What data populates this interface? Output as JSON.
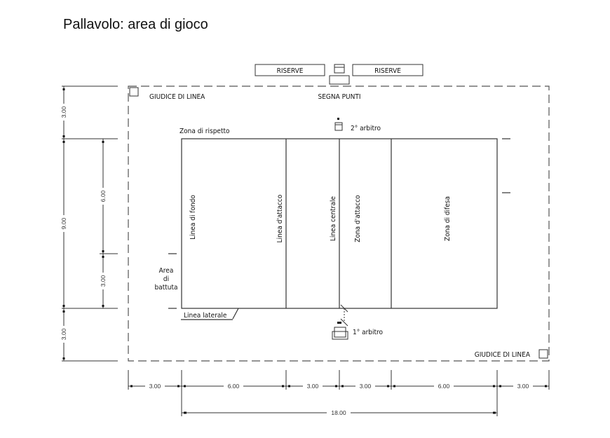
{
  "title": "Pallavolo: area di gioco",
  "top_boxes": {
    "reserves_left": "RISERVE",
    "reserves_right": "RISERVE",
    "scorer": "SEGNA PUNTI"
  },
  "officials": {
    "line_judge_top": "GIUDICE DI LINEA",
    "line_judge_bottom": "GIUDICE DI LINEA",
    "second_referee": "2° arbitro",
    "first_referee": "1° arbitro"
  },
  "zones": {
    "respect_zone": "Zona di rispetto",
    "service_area": [
      "Area",
      "di",
      "battuta"
    ],
    "side_line": "Linea laterale",
    "back_line": "Linea di fondo",
    "attack_line": "Linea d'attacco",
    "center_line": "Linea centrale",
    "attack_zone": "Zona d'attacco",
    "defense_zone": "Zona di difesa"
  },
  "dimensions": {
    "left_outer": [
      "3.00",
      "9.00",
      "3.00"
    ],
    "left_inner": [
      "6.00",
      "3.00"
    ],
    "bottom_row": [
      "3.00",
      "6.00",
      "3.00",
      "3.00",
      "6.00",
      "3.00"
    ],
    "bottom_total": "18.00"
  },
  "colors": {
    "line": "#333333",
    "text": "#111111",
    "dim_text": "#333333"
  }
}
